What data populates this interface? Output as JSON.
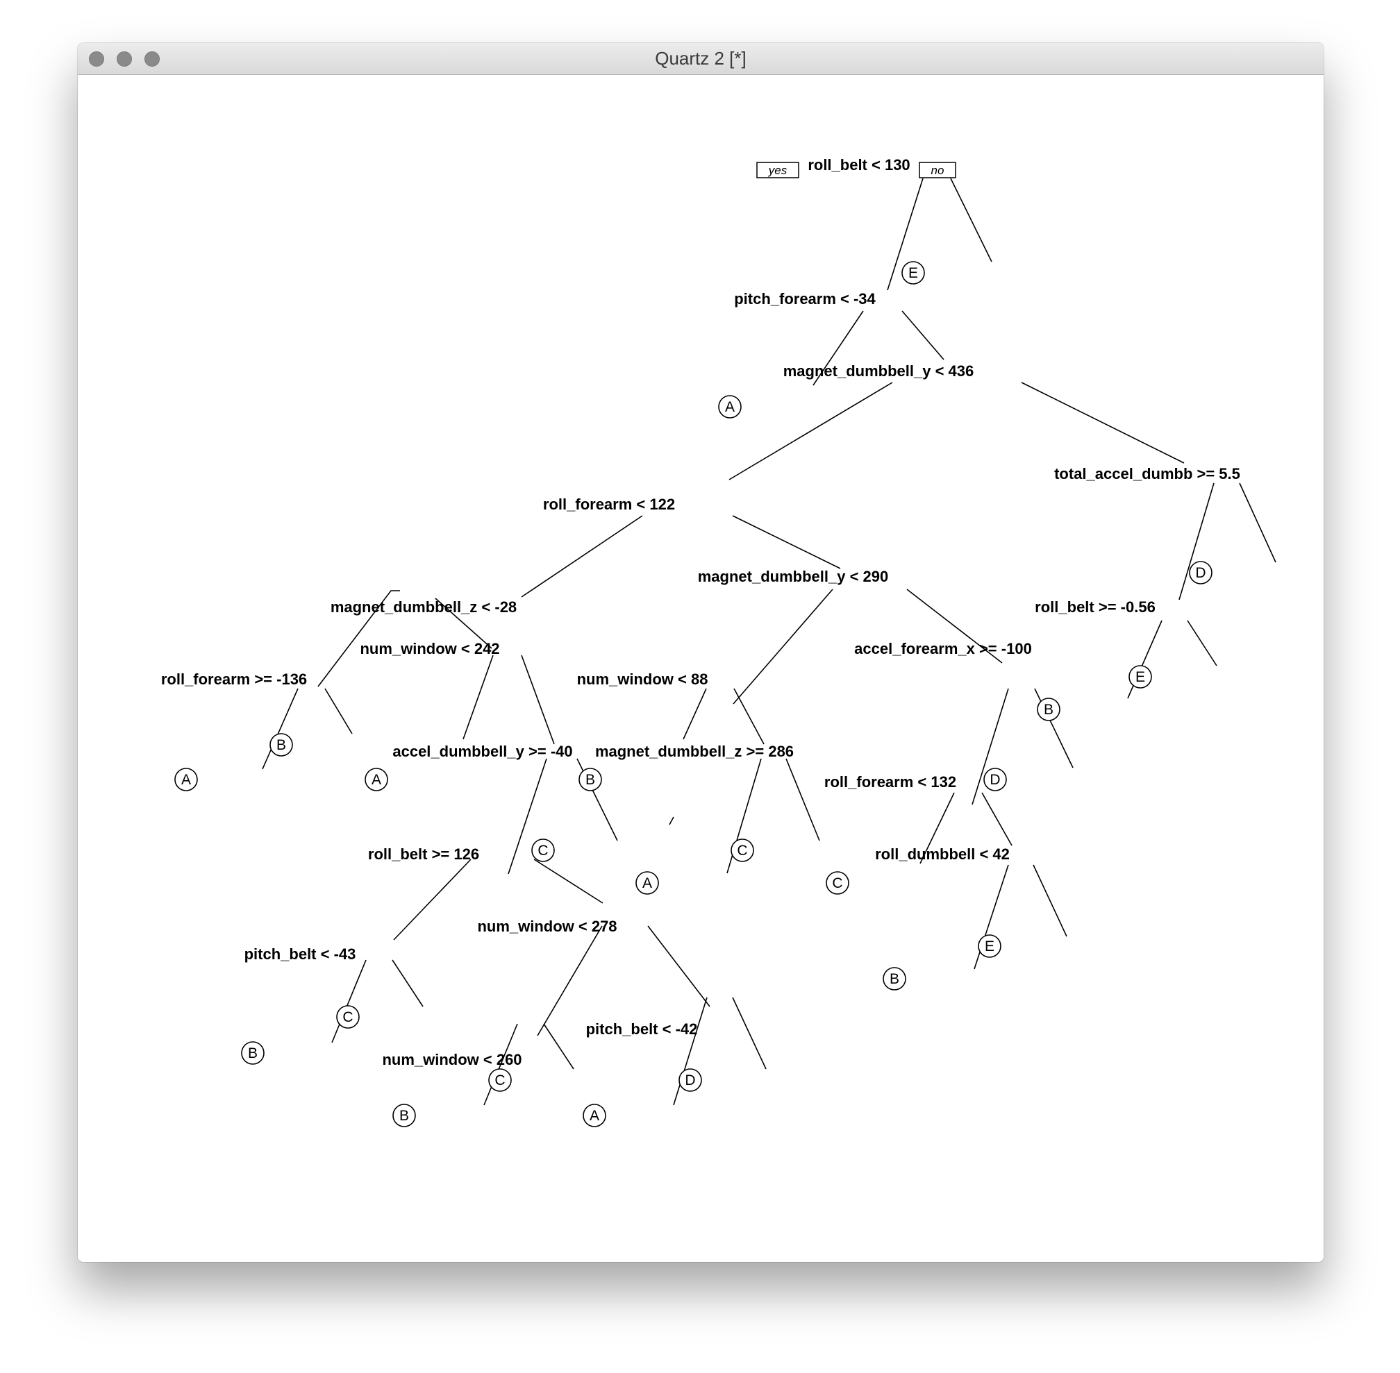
{
  "window": {
    "title": "Quartz 2 [*]",
    "controls": [
      "close",
      "minimize",
      "zoom"
    ]
  },
  "tree": {
    "yes_label": "yes",
    "no_label": "no",
    "splits": {
      "n1": "roll_belt < 130",
      "n2": "pitch_forearm < -34",
      "n3": "magnet_dumbbell_y < 436",
      "n4": "roll_forearm < 122",
      "n5": "total_accel_dumbb >= 5.5",
      "n6": "magnet_dumbbell_z < -28",
      "n7": "magnet_dumbbell_y < 290",
      "n8": "roll_belt >= -0.56",
      "n9": "roll_forearm >= -136",
      "n10": "num_window < 242",
      "n11": "num_window < 88",
      "n12": "accel_forearm_x >= -100",
      "n13": "accel_dumbbell_y >= -40",
      "n14": "magnet_dumbbell_z >= 286",
      "n15": "roll_forearm < 132",
      "n16": "roll_belt >= 126",
      "n17": "roll_dumbbell < 42",
      "n18": "pitch_belt < -43",
      "n19": "num_window < 278",
      "n20": "pitch_belt < -42",
      "n21": "num_window < 260"
    },
    "leaves": {
      "l_E1": "E",
      "l_A1": "A",
      "l_D1": "D",
      "l_B1": "B",
      "l_E2": "E",
      "l_A2": "A",
      "l_B2": "B",
      "l_A3": "A",
      "l_B3": "B",
      "l_D2": "D",
      "l_C1": "C",
      "l_A4": "A",
      "l_C2": "C",
      "l_C3": "C",
      "l_B4": "B",
      "l_E3": "E",
      "l_B5": "B",
      "l_C4": "C",
      "l_B6": "B",
      "l_C5": "C",
      "l_A5": "A",
      "l_D3": "D"
    }
  }
}
